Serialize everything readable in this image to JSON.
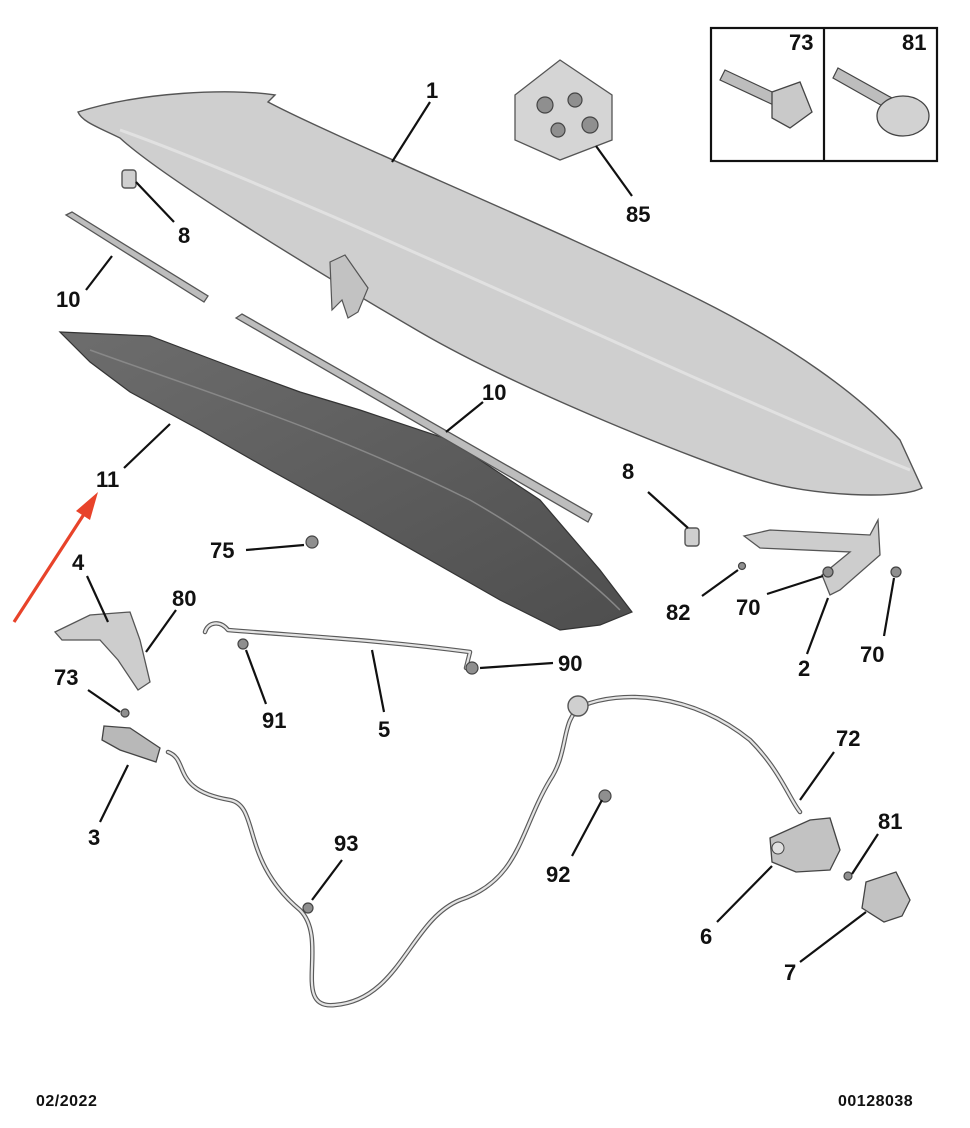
{
  "diagram": {
    "callouts": {
      "c1": "1",
      "c85": "85",
      "c73box": "73",
      "c81box": "81",
      "c8a": "8",
      "c10a": "10",
      "c10b": "10",
      "c11": "11",
      "c8b": "8",
      "c75": "75",
      "c4": "4",
      "c80": "80",
      "c82": "82",
      "c70a": "70",
      "c70b": "70",
      "c2": "2",
      "c73": "73",
      "c91": "91",
      "c5": "5",
      "c90": "90",
      "c72": "72",
      "c3": "3",
      "c93": "93",
      "c92": "92",
      "c81": "81",
      "c6": "6",
      "c7": "7"
    }
  },
  "footer": {
    "date": "02/2022",
    "reference": "00128038"
  },
  "colors": {
    "highlight_arrow": "#e8432a",
    "outline": "#111111",
    "hood": "#c9c9c9",
    "insulator": "#5f5f5f"
  }
}
